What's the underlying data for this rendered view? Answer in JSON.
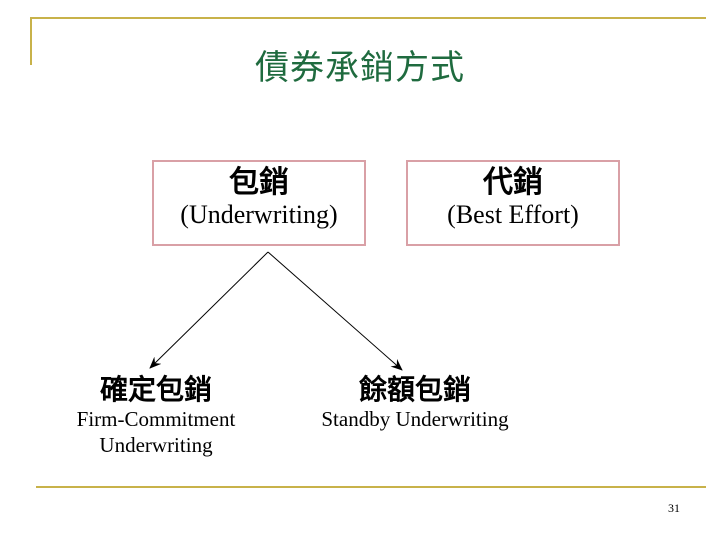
{
  "title": "債券承銷方式",
  "boxes": {
    "underwriting": {
      "cjk": "包銷",
      "en": "(Underwriting)"
    },
    "best_effort": {
      "cjk": "代銷",
      "en": "(Best Effort)"
    }
  },
  "leaves": {
    "firm": {
      "cjk": "確定包銷",
      "en_line1": "Firm-Commitment",
      "en_line2": "Underwriting"
    },
    "standby": {
      "cjk": "餘額包銷",
      "en_line1": "Standby Underwriting"
    }
  },
  "page_number": "31",
  "colors": {
    "frame": "#c8b24a",
    "title": "#1f6b3f",
    "box_border": "#d9a0a6"
  }
}
